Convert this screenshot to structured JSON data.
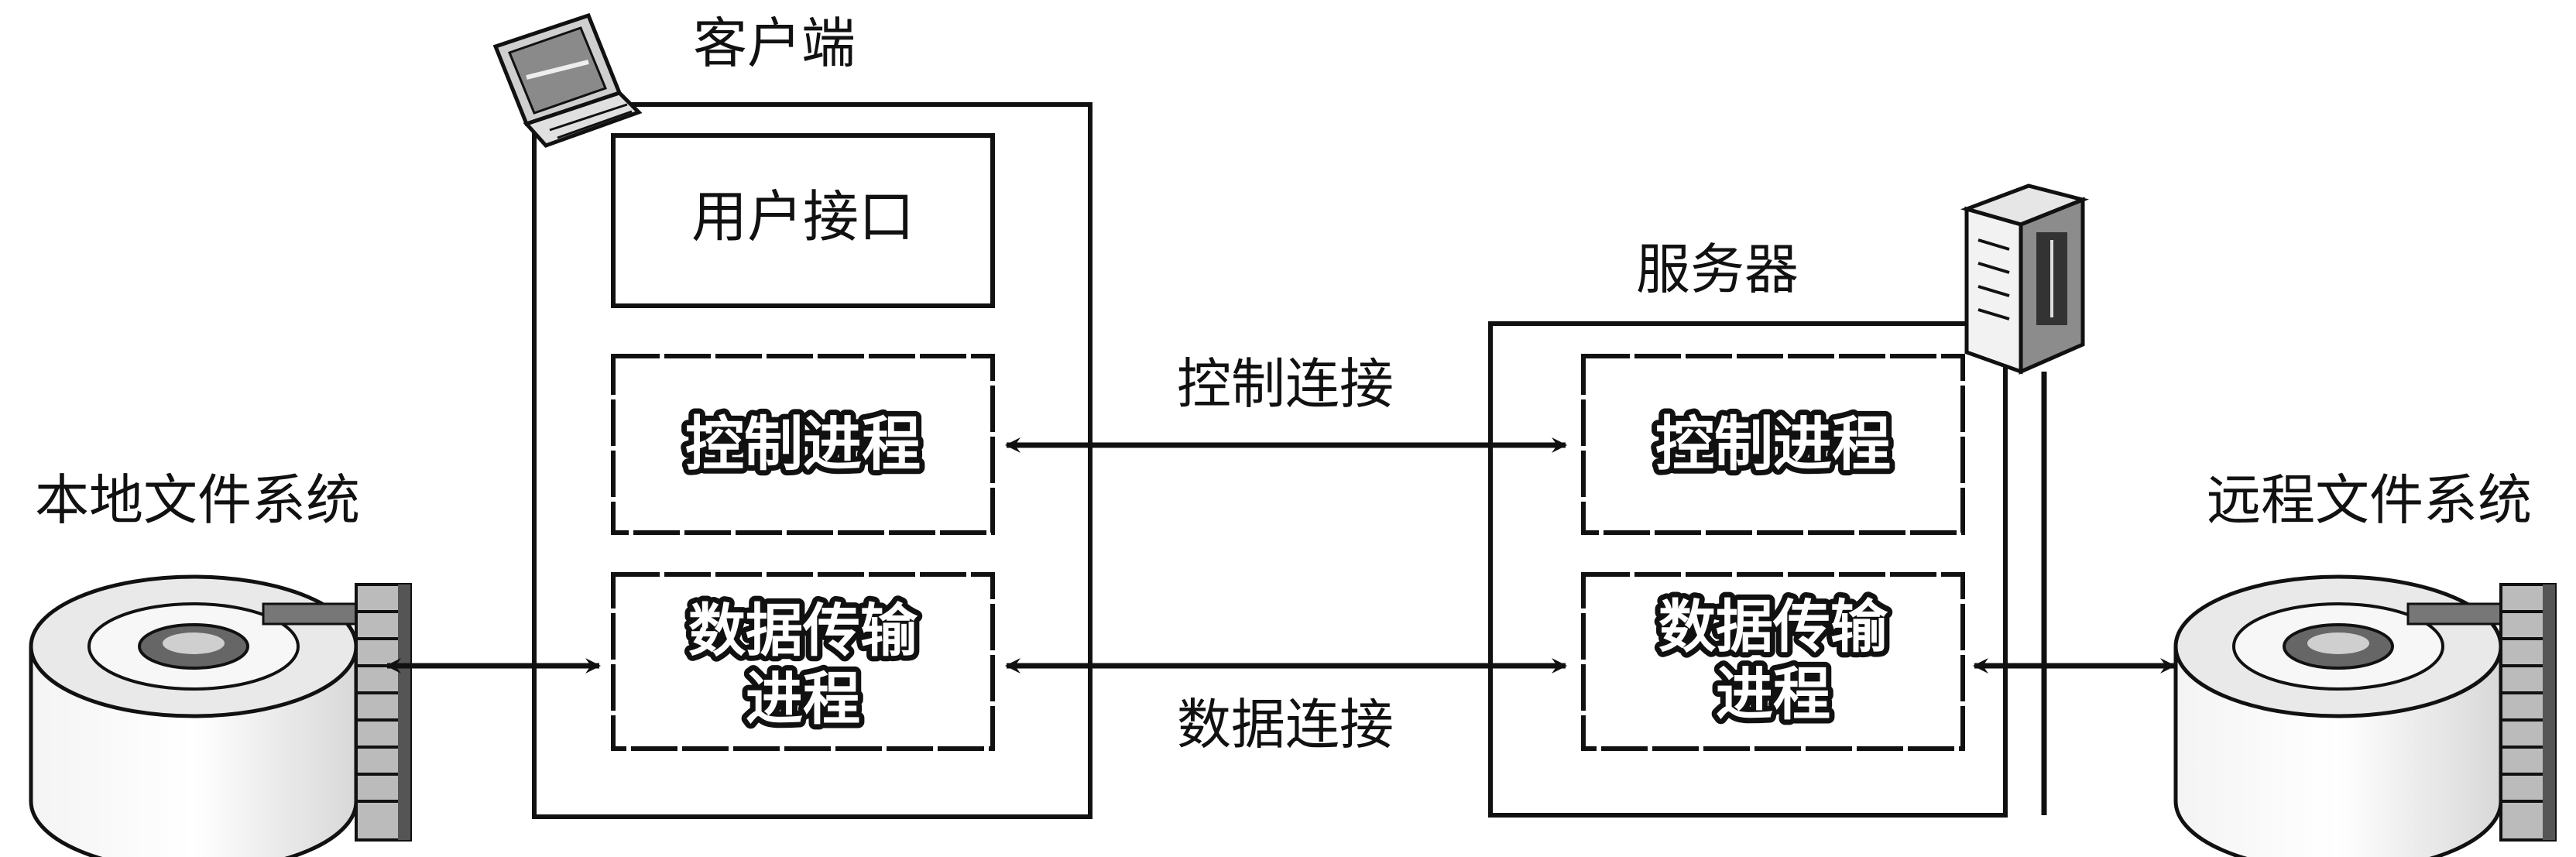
{
  "client": {
    "title": "客户端",
    "user_interface": "用户接口",
    "control_process": "控制进程",
    "data_process_line1": "数据传输",
    "data_process_line2": "进程"
  },
  "server": {
    "title": "服务器",
    "control_process": "控制进程",
    "data_process_line1": "数据传输",
    "data_process_line2": "进程"
  },
  "connections": {
    "control": "控制连接",
    "data": "数据连接"
  },
  "storage": {
    "local": "本地文件系统",
    "remote": "远程文件系统"
  },
  "icons": [
    "laptop-icon",
    "server-tower-icon",
    "disk-drive-icon"
  ]
}
